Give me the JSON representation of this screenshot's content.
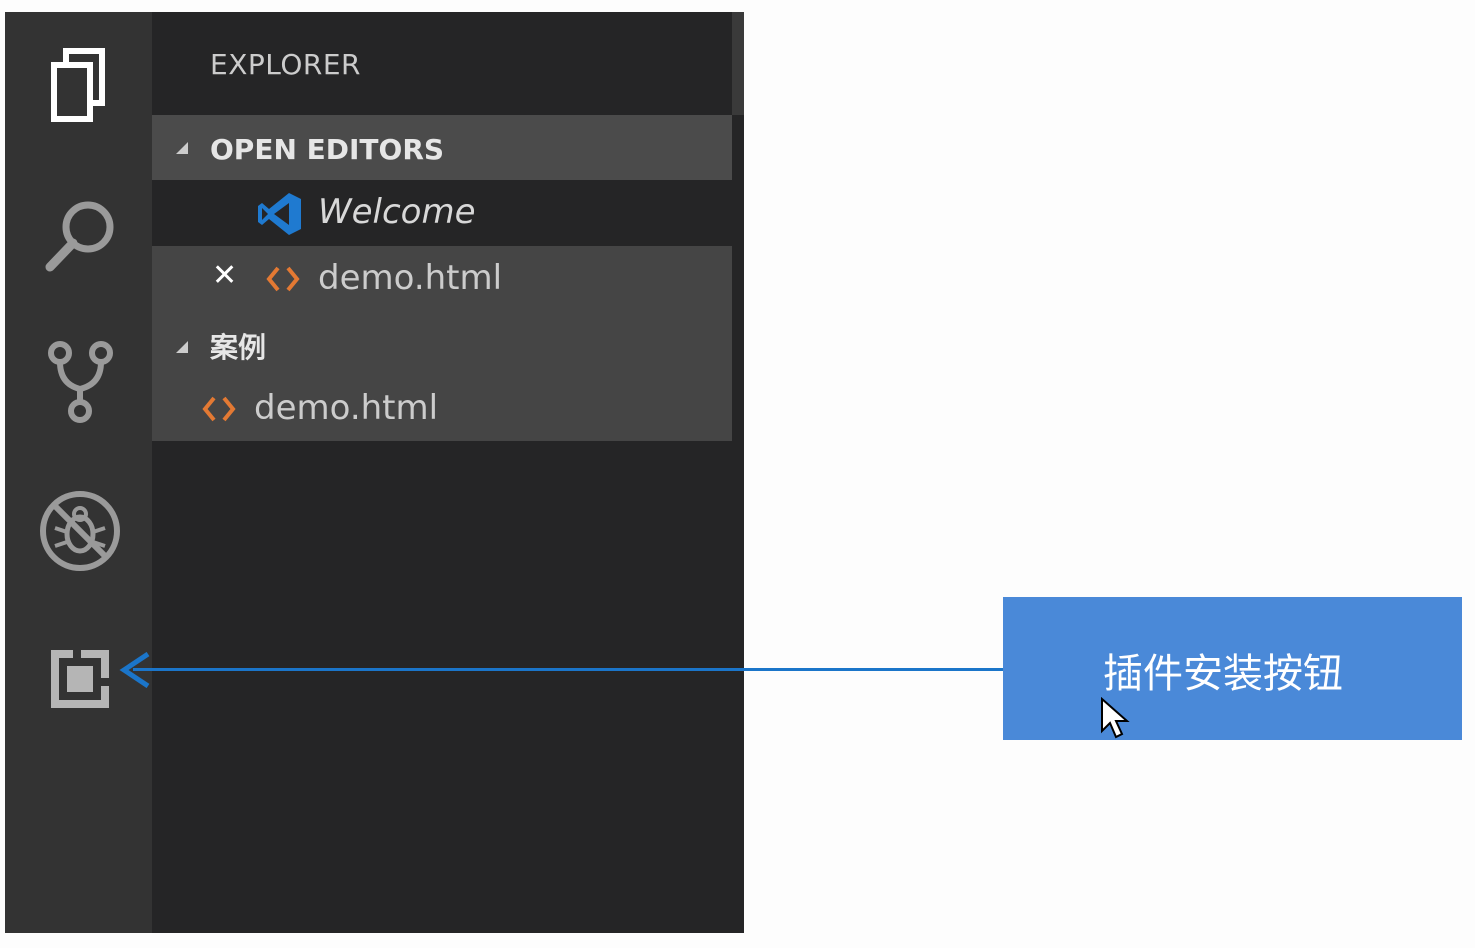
{
  "sidebar": {
    "title": "EXPLORER",
    "open_editors": {
      "label": "OPEN EDITORS",
      "items": [
        {
          "label": "Welcome"
        },
        {
          "label": "demo.html",
          "close_glyph": "✕"
        }
      ]
    },
    "folder": {
      "label": "案例",
      "items": [
        {
          "label": "demo.html"
        }
      ]
    }
  },
  "activity_bar": {
    "icons": [
      "files-icon",
      "search-icon",
      "source-control-icon",
      "debug-icon",
      "extensions-icon"
    ]
  },
  "callout": {
    "label": "插件安装按钮"
  },
  "colors": {
    "activity_bar": "#333333",
    "sidebar": "#252526",
    "section_bg": "#4b4b4b",
    "callout_bg": "#4a89d8",
    "arrow": "#1b75c9",
    "html_file_icon": "#e37933"
  }
}
